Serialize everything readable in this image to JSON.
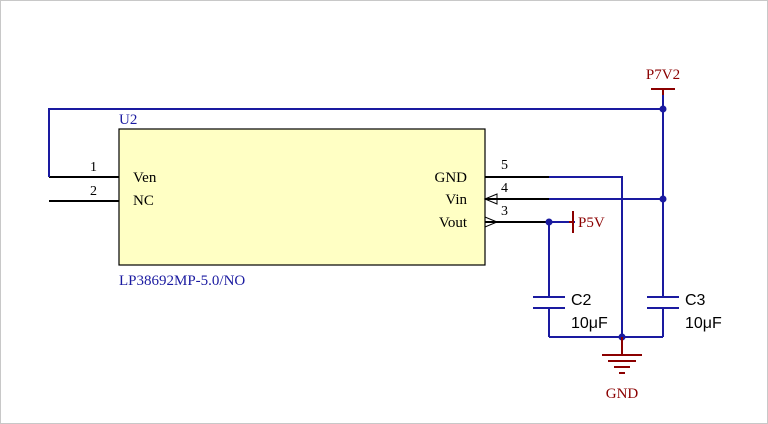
{
  "component": {
    "refdes": "U2",
    "part": "LP38692MP-5.0/NO",
    "fill_color": "#ffffc4",
    "pins_left": [
      {
        "number": "1",
        "name": "Ven"
      },
      {
        "number": "2",
        "name": "NC"
      }
    ],
    "pins_right": [
      {
        "number": "5",
        "name": "GND"
      },
      {
        "number": "4",
        "name": "Vin"
      },
      {
        "number": "3",
        "name": "Vout"
      }
    ]
  },
  "capacitors": [
    {
      "refdes": "C2",
      "value": "10μF"
    },
    {
      "refdes": "C3",
      "value": "10μF"
    }
  ],
  "power_ports": {
    "input": "P7V2",
    "output": "P5V",
    "ground": "GND"
  },
  "colors": {
    "wire": "#1a1aa0",
    "power": "#8b0000",
    "label_blue": "#1a1aa0",
    "text": "#000000"
  }
}
